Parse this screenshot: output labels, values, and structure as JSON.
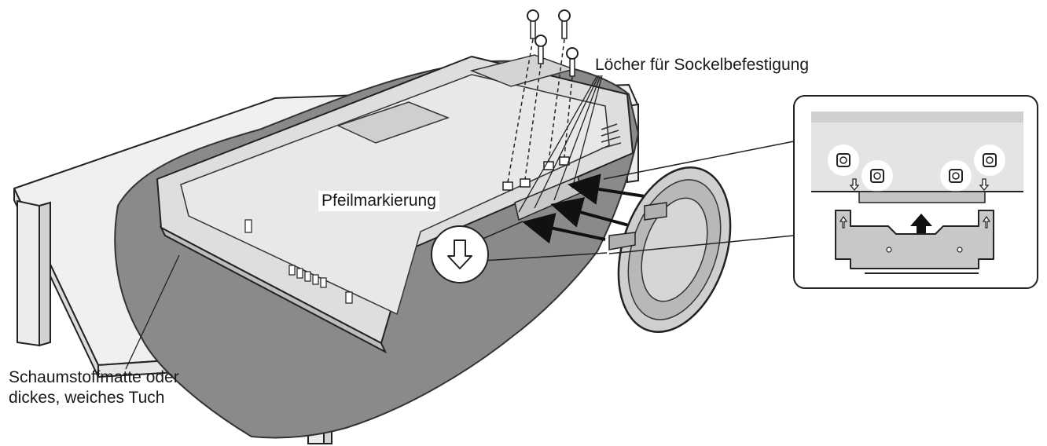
{
  "labels": {
    "mounting_holes": "Löcher für Sockelbefestigung",
    "arrow_marking": "Pfeilmarkierung",
    "foam_mat_line1": "Schaumstoffmatte oder",
    "foam_mat_line2": "dickes, weiches Tuch"
  },
  "icons": [
    "screw-icon",
    "down-arrow-icon",
    "up-arrow-icon",
    "insertion-arrow-icon"
  ]
}
